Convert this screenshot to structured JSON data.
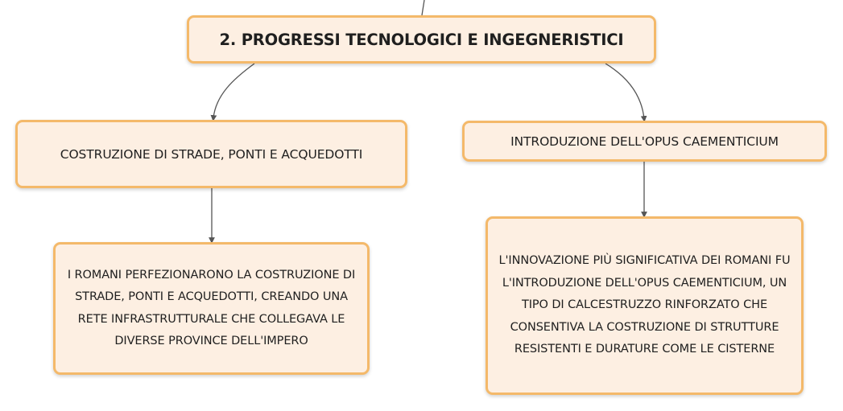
{
  "colors": {
    "node_fill": "#fdefe2",
    "node_border": "#f4b96a",
    "connector": "#555555"
  },
  "root": {
    "label": "2. PROGRESSI TECNOLOGICI E INGEGNERISTICI"
  },
  "branches": [
    {
      "label": "COSTRUZIONE DI STRADE, PONTI E ACQUEDOTTI",
      "detail": "I ROMANI PERFEZIONARONO LA COSTRUZIONE DI STRADE, PONTI E ACQUEDOTTI, CREANDO UNA RETE INFRASTRUTTURALE CHE COLLEGAVA LE DIVERSE PROVINCE DELL'IMPERO"
    },
    {
      "label": "INTRODUZIONE DELL'OPUS CAEMENTICIUM",
      "detail": "L'INNOVAZIONE PIÙ SIGNIFICATIVA DEI ROMANI FU L'INTRODUZIONE DELL'OPUS CAEMENTICIUM, UN TIPO DI CALCESTRUZZO RINFORZATO CHE CONSENTIVA LA COSTRUZIONE DI STRUTTURE RESISTENTI E DURATURE COME LE CISTERNE"
    }
  ]
}
